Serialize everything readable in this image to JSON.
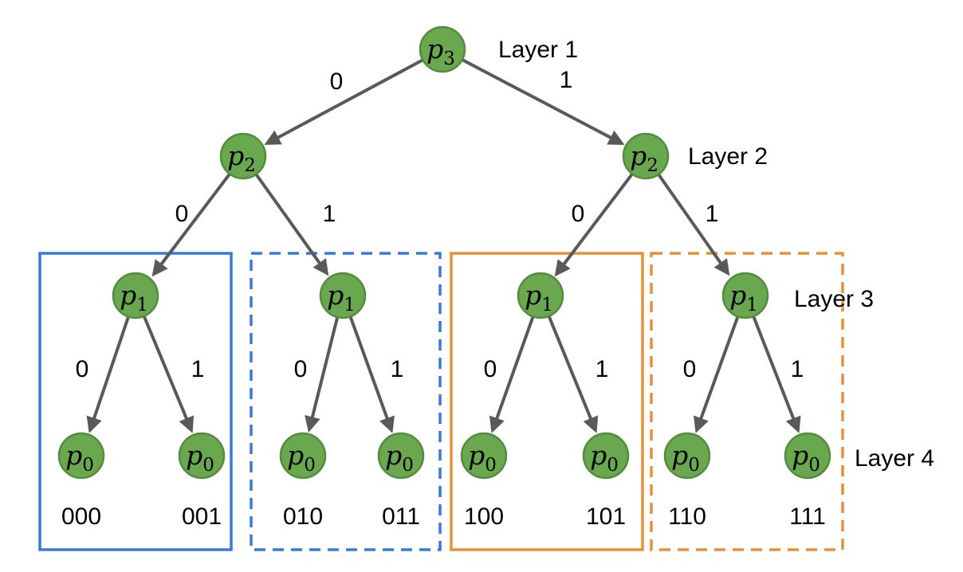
{
  "diagram": {
    "kind": "binary tree with 4 layers, leaf codes grouped in 4 boxes"
  },
  "colors": {
    "node_fill": "#6aa84f",
    "node_stroke": "#548c3d",
    "edge": "#595959",
    "blue_box": "#3c78d8",
    "orange_box": "#e69138",
    "text": "#000000"
  },
  "layers": [
    {
      "label": "Layer 1"
    },
    {
      "label": "Layer 2"
    },
    {
      "label": "Layer 3"
    },
    {
      "label": "Layer 4"
    }
  ],
  "nodes": [
    {
      "base": "p",
      "sub": "3"
    },
    {
      "base": "p",
      "sub": "2"
    },
    {
      "base": "p",
      "sub": "2"
    },
    {
      "base": "p",
      "sub": "1"
    },
    {
      "base": "p",
      "sub": "1"
    },
    {
      "base": "p",
      "sub": "1"
    },
    {
      "base": "p",
      "sub": "1"
    },
    {
      "base": "p",
      "sub": "0"
    },
    {
      "base": "p",
      "sub": "0"
    },
    {
      "base": "p",
      "sub": "0"
    },
    {
      "base": "p",
      "sub": "0"
    },
    {
      "base": "p",
      "sub": "0"
    },
    {
      "base": "p",
      "sub": "0"
    },
    {
      "base": "p",
      "sub": "0"
    },
    {
      "base": "p",
      "sub": "0"
    }
  ],
  "edges": [
    {
      "bit": "0"
    },
    {
      "bit": "1"
    },
    {
      "bit": "0"
    },
    {
      "bit": "1"
    },
    {
      "bit": "0"
    },
    {
      "bit": "1"
    },
    {
      "bit": "0"
    },
    {
      "bit": "1"
    },
    {
      "bit": "0"
    },
    {
      "bit": "1"
    },
    {
      "bit": "0"
    },
    {
      "bit": "1"
    },
    {
      "bit": "0"
    },
    {
      "bit": "1"
    }
  ],
  "leaves": [
    {
      "code": "000"
    },
    {
      "code": "001"
    },
    {
      "code": "010"
    },
    {
      "code": "011"
    },
    {
      "code": "100"
    },
    {
      "code": "101"
    },
    {
      "code": "110"
    },
    {
      "code": "111"
    }
  ],
  "groups": [
    {
      "prefix": "00",
      "border": "solid",
      "color": "blue"
    },
    {
      "prefix": "01",
      "border": "dashed",
      "color": "blue"
    },
    {
      "prefix": "10",
      "border": "solid",
      "color": "orange"
    },
    {
      "prefix": "11",
      "border": "dashed",
      "color": "orange"
    }
  ]
}
